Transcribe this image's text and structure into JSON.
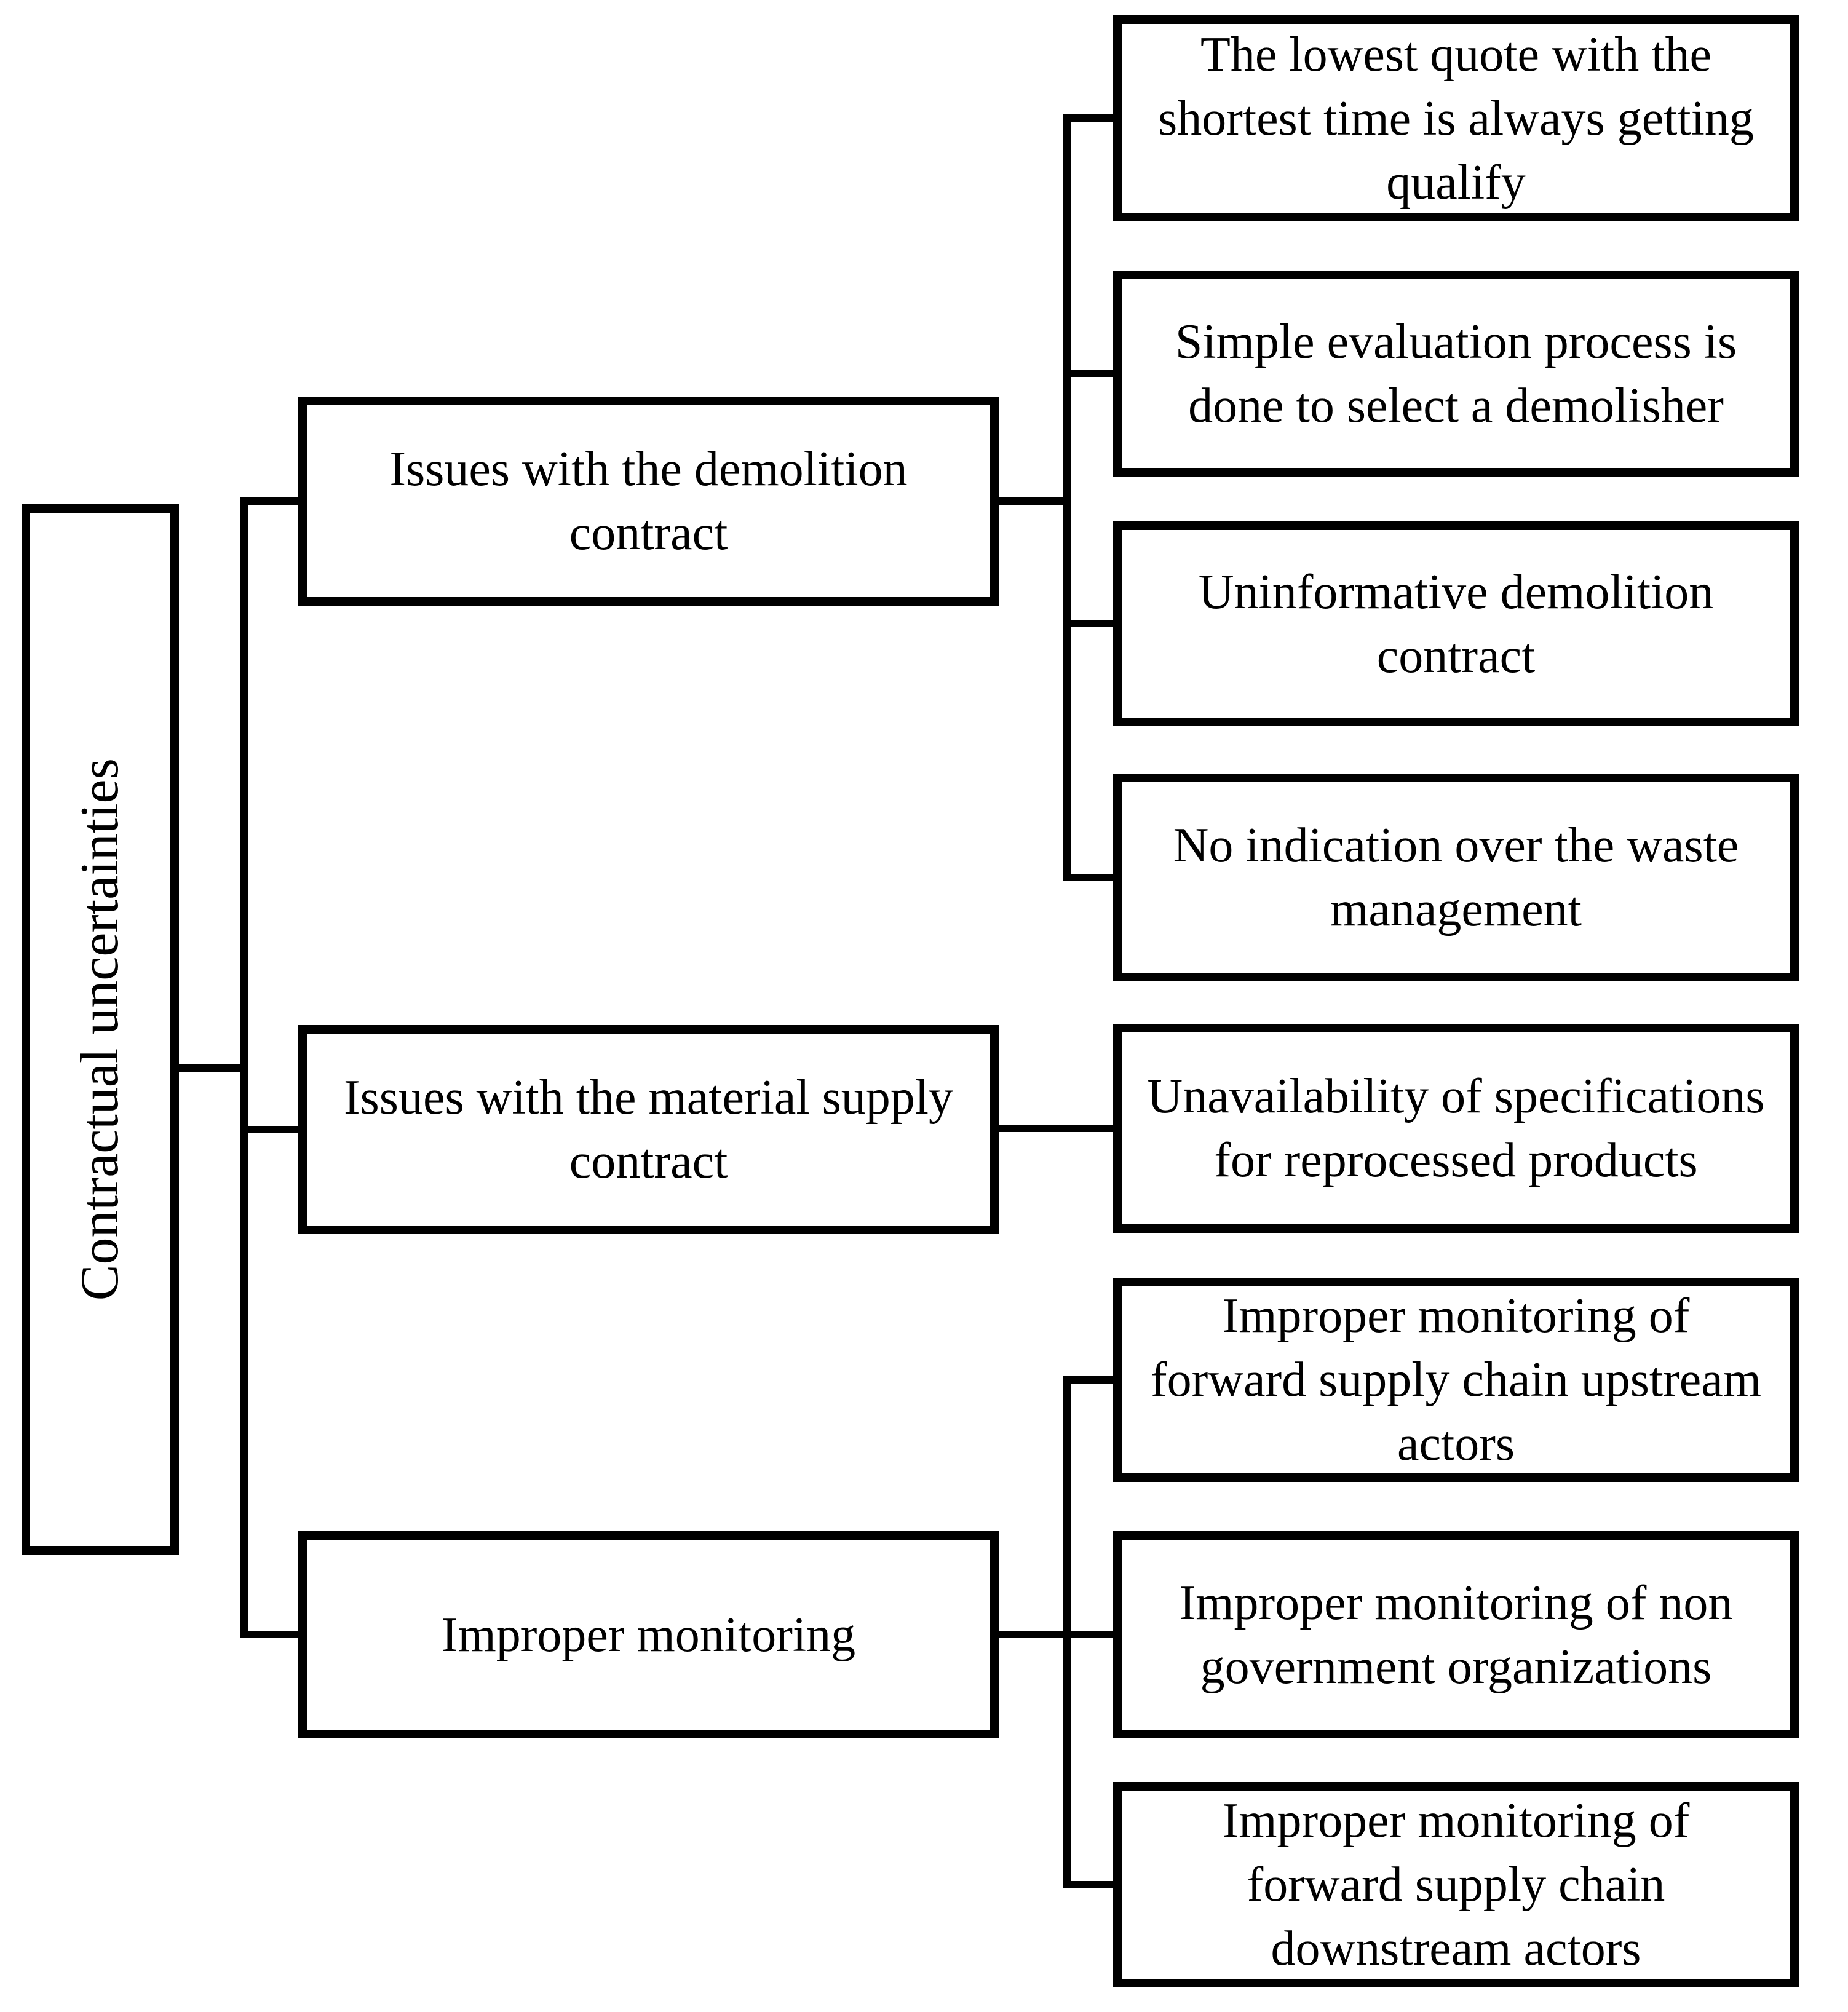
{
  "diagram": {
    "title": "Contractual uncertainties hierarchy diagram",
    "colors": {
      "line": "#000000",
      "box_border": "#000000",
      "box_fill": "#ffffff",
      "text": "#000000"
    },
    "root": {
      "label": "Contractual uncertainties"
    },
    "branches": [
      {
        "label": "Issues with the demolition contract",
        "children": [
          {
            "label": "The lowest quote with the shortest time is always getting qualify"
          },
          {
            "label": "Simple evaluation process is done to select a demolisher"
          },
          {
            "label": "Uninformative demolition contract"
          },
          {
            "label": "No indication over the waste management"
          }
        ]
      },
      {
        "label": "Issues with the material supply contract",
        "children": [
          {
            "label": "Unavailability of specifications for reprocessed products"
          }
        ]
      },
      {
        "label": "Improper monitoring",
        "children": [
          {
            "label": "Improper monitoring of forward supply chain upstream actors"
          },
          {
            "label": "Improper monitoring of non government organizations"
          },
          {
            "label": "Improper monitoring of forward supply chain downstream actors"
          }
        ]
      }
    ]
  }
}
